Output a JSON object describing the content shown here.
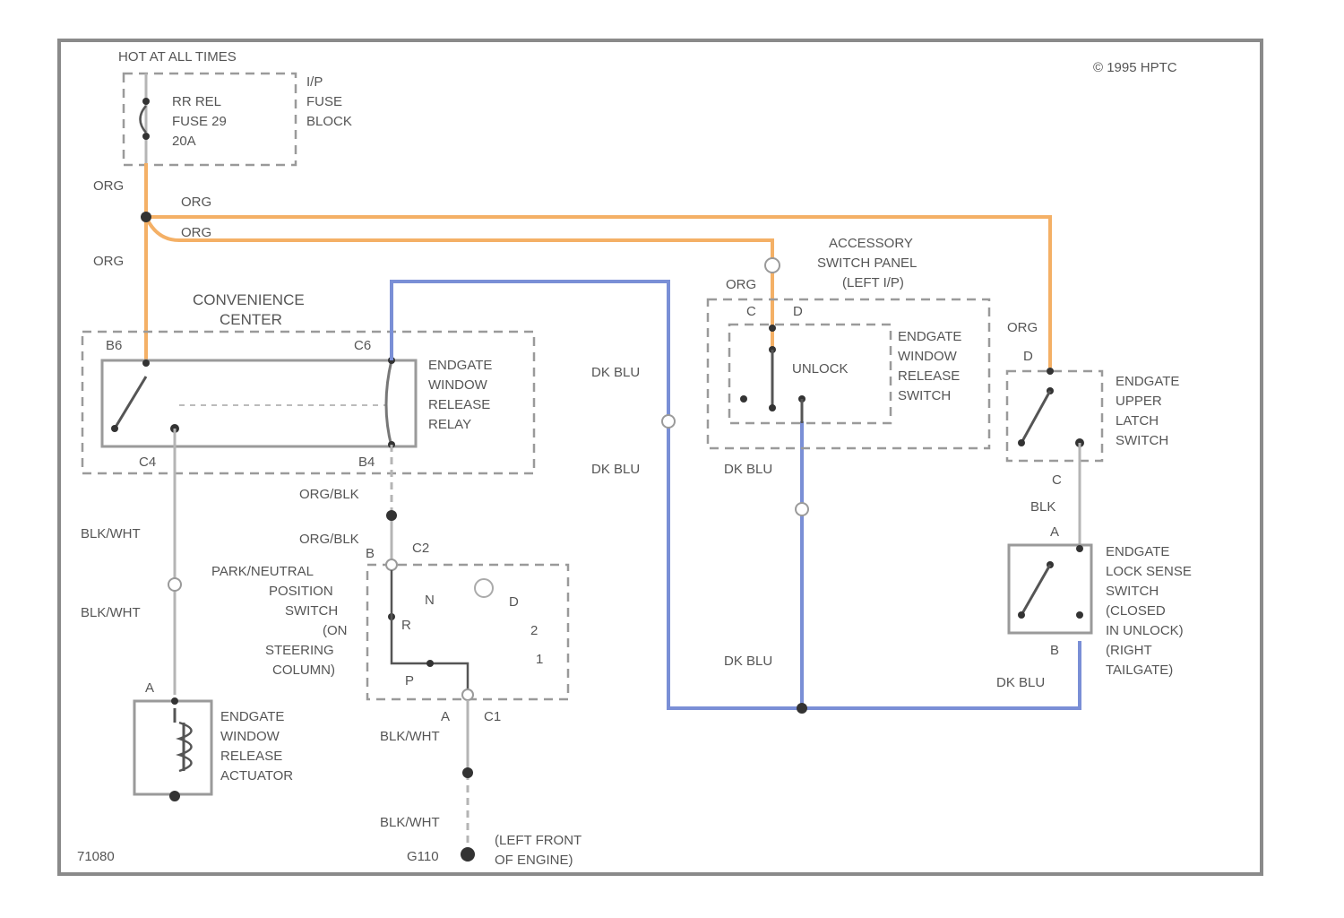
{
  "copyright": "© 1995 HPTC",
  "figure_id": "71080",
  "power": {
    "header": "HOT AT ALL TIMES",
    "fuse": [
      "RR REL",
      "FUSE 29",
      "20A"
    ],
    "block": [
      "I/P",
      "FUSE",
      "BLOCK"
    ]
  },
  "wires": {
    "org": "ORG",
    "dk_blu": "DK BLU",
    "org_blk": "ORG/BLK",
    "blk_wht": "BLK/WHT",
    "blk": "BLK"
  },
  "convenience_center": {
    "title": [
      "CONVENIENCE",
      "CENTER"
    ],
    "relay": [
      "ENDGATE",
      "WINDOW",
      "RELEASE",
      "RELAY"
    ],
    "pins": {
      "b6": "B6",
      "c6": "C6",
      "c4": "C4",
      "b4": "B4"
    }
  },
  "accessory_panel": {
    "title": [
      "ACCESSORY",
      "SWITCH PANEL",
      "(LEFT I/P)"
    ],
    "switch": [
      "ENDGATE",
      "WINDOW",
      "RELEASE",
      "SWITCH"
    ],
    "unlock": "UNLOCK",
    "pins": {
      "c": "C",
      "d": "D"
    }
  },
  "upper_latch": {
    "label": [
      "ENDGATE",
      "UPPER",
      "LATCH",
      "SWITCH"
    ],
    "pins": {
      "d": "D",
      "c": "C"
    }
  },
  "lock_sense": {
    "label": [
      "ENDGATE",
      "LOCK SENSE",
      "SWITCH",
      "(CLOSED",
      "IN UNLOCK)",
      "(RIGHT",
      "TAILGATE)"
    ],
    "pins": {
      "a": "A",
      "b": "B"
    }
  },
  "pn_switch": {
    "label": [
      "PARK/NEUTRAL",
      "POSITION",
      "SWITCH",
      "(ON",
      "STEERING",
      "COLUMN)"
    ],
    "gears": [
      "N",
      "R",
      "P",
      "D",
      "2",
      "1"
    ],
    "connectors": {
      "c2": "C2",
      "c1": "C1",
      "b": "B",
      "a": "A"
    }
  },
  "actuator": {
    "label": [
      "ENDGATE",
      "WINDOW",
      "RELEASE",
      "ACTUATOR"
    ],
    "pin": "A"
  },
  "ground": {
    "id": "G110",
    "label": [
      "(LEFT FRONT",
      "OF ENGINE)"
    ]
  }
}
